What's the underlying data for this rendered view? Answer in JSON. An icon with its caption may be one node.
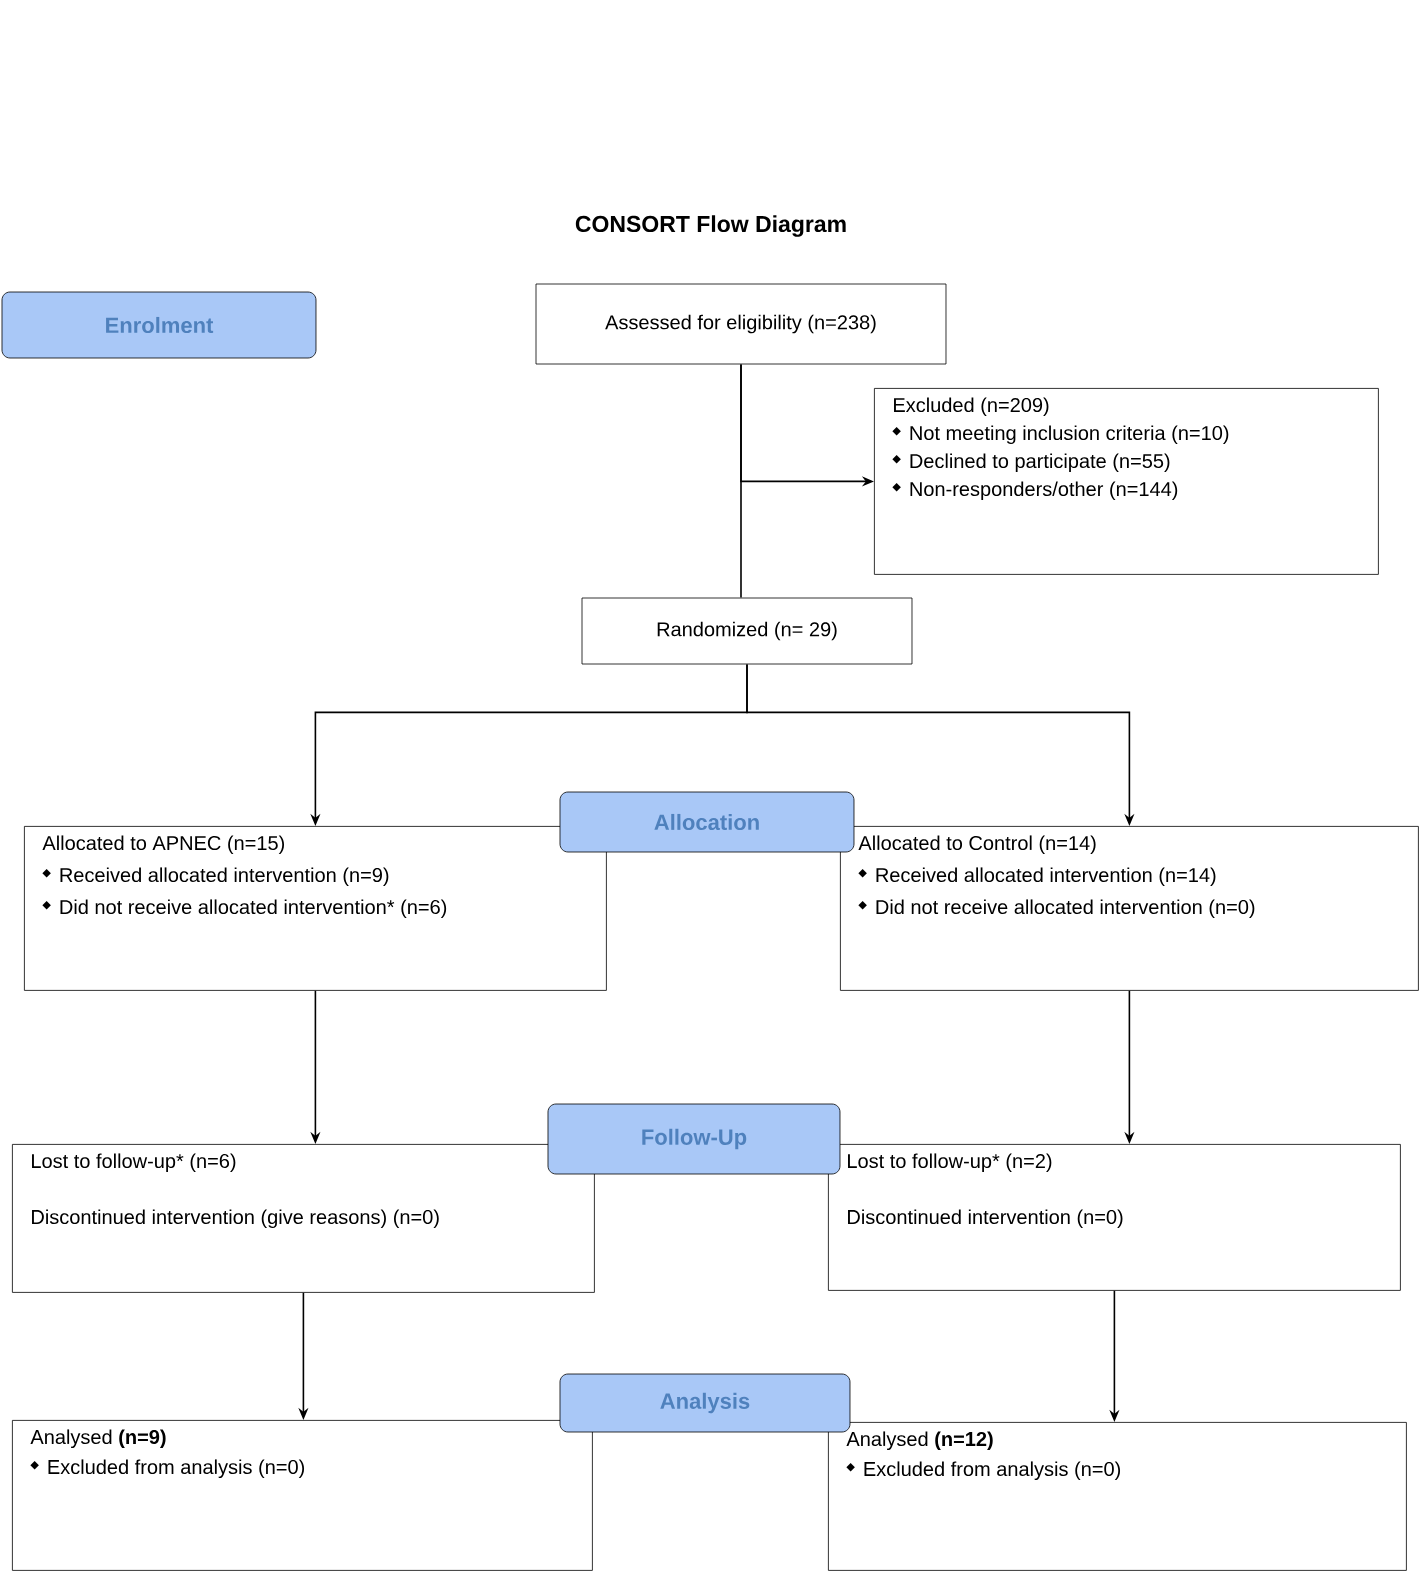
{
  "diagram": {
    "title": "CONSORT Flow Diagram",
    "nodes": [
      {
        "text": [
          "Enrolment"
        ]
      },
      {
        "text": [
          "Assessed for eligibility (n=238)"
        ]
      },
      {
        "text": [
          "Excluded (n=209)",
          "Not meeting inclusion criteria (n=10)",
          "Declined to participate (n=55)",
          "Non-responders/other (n=144)"
        ]
      },
      {
        "text": [
          "Randomized (n= 29)"
        ]
      },
      {
        "text": [
          "Allocation"
        ]
      },
      {
        "text": [
          "Allocated to APNEC (n=15)",
          "Received allocated intervention (n=9)",
          "Did not receive allocated intervention* (n=6)"
        ]
      },
      {
        "text": [
          "Allocated to Control (n=14)",
          "Received allocated intervention (n=14)",
          "Did not receive allocated intervention (n=0)"
        ]
      },
      {
        "text": [
          "Follow-Up"
        ]
      },
      {
        "text": [
          "Lost to follow-up* (n=6)",
          "Discontinued intervention (give reasons) (n=0)"
        ]
      },
      {
        "text": [
          "Lost to follow-up* (n=2)",
          "Discontinued intervention (n=0)"
        ]
      },
      {
        "text": [
          "Analysis"
        ]
      },
      {
        "text": [
          "Analysed **(n=9)**",
          "Excluded from analysis (n=0)"
        ]
      },
      {
        "text": [
          "Analysed **(n=12)**",
          "Excluded from analysis (n=0)"
        ]
      }
    ],
    "edges": [
      {
        "from": 1,
        "to": 3,
        "arrow": "none"
      },
      {
        "from": 1,
        "to": 2,
        "arrow": "to"
      },
      {
        "from": 3,
        "to": 5,
        "arrow": "to"
      },
      {
        "from": 3,
        "to": 6,
        "arrow": "to"
      },
      {
        "from": 5,
        "to": 8,
        "arrow": "to"
      },
      {
        "from": 6,
        "to": 9,
        "arrow": "to"
      },
      {
        "from": 8,
        "to": 11,
        "arrow": "to"
      },
      {
        "from": 9,
        "to": 12,
        "arrow": "to"
      }
    ]
  }
}
